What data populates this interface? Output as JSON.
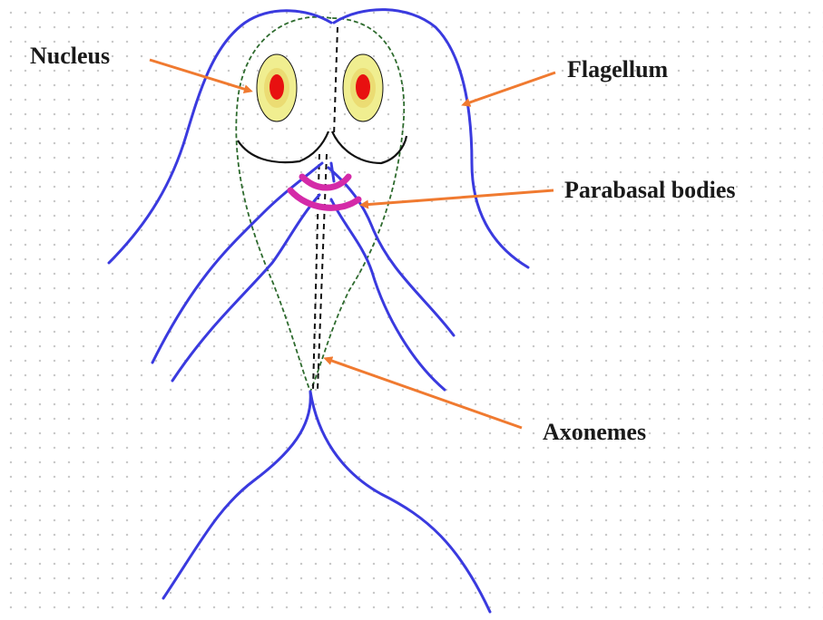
{
  "diagram": {
    "labels": {
      "nucleus": "Nucleus",
      "flagellum": "Flagellum",
      "parabasal": "Parabasal bodies",
      "axonemes": "Axonemes"
    },
    "colors": {
      "flagella": "#3a3adf",
      "arrow": "#f07a30",
      "nucleus_fill": "#f0ee90",
      "nucleus_center": "#e81010",
      "parabasal": "#d42aa8",
      "outline": "#2e6b2e",
      "label_text": "#1a1a1a"
    }
  }
}
